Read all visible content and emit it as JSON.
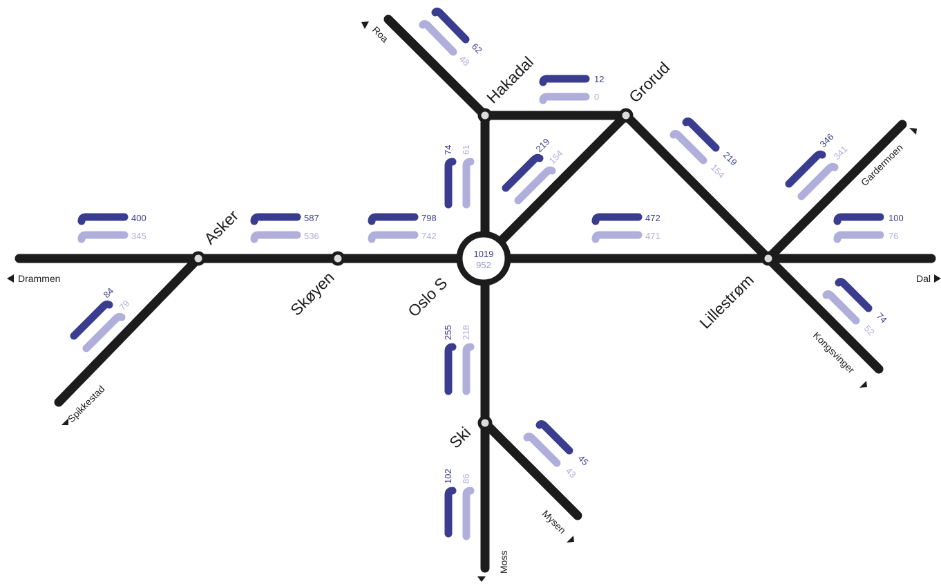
{
  "colors": {
    "track": "#1c1c1c",
    "series_dark": "#3a3d8f",
    "series_light": "#b0aedb"
  },
  "stations": {
    "asker": "Asker",
    "skoyen": "Skøyen",
    "oslo_s": "Oslo S",
    "hakadal": "Hakadal",
    "grorud": "Grorud",
    "lillestrom": "Lillestrøm",
    "ski": "Ski"
  },
  "destinations": {
    "drammen": "Drammen",
    "spikkestad": "Spikkestad",
    "roa": "Roa",
    "gardermoen": "Gardermoen",
    "dal": "Dal",
    "kongsvinger": "Kongsvinger",
    "mysen": "Mysen",
    "moss": "Moss"
  },
  "hub_values": {
    "dark": "1019",
    "light": "952"
  },
  "segments": {
    "drammen_asker": {
      "dark": "400",
      "light": "345"
    },
    "asker_skoyen": {
      "dark": "587",
      "light": "536"
    },
    "skoyen_oslo": {
      "dark": "798",
      "light": "742"
    },
    "oslo_lillestrom": {
      "dark": "472",
      "light": "471"
    },
    "lillestrom_dal": {
      "dark": "100",
      "light": "76"
    },
    "spikkestad_asker": {
      "dark": "84",
      "light": "79"
    },
    "roa_hakadal": {
      "dark": "62",
      "light": "48"
    },
    "hakadal_grorud": {
      "dark": "12",
      "light": "0"
    },
    "oslo_hakadal": {
      "dark": "74",
      "light": "61"
    },
    "oslo_grorud": {
      "dark": "219",
      "light": "154"
    },
    "grorud_lillestrom": {
      "dark": "219",
      "light": "154"
    },
    "lillestrom_gardermoen": {
      "dark": "346",
      "light": "341"
    },
    "lillestrom_kongsvinger": {
      "dark": "74",
      "light": "52"
    },
    "oslo_ski": {
      "dark": "255",
      "light": "218"
    },
    "ski_mysen": {
      "dark": "45",
      "light": "43"
    },
    "ski_moss": {
      "dark": "102",
      "light": "86"
    }
  }
}
